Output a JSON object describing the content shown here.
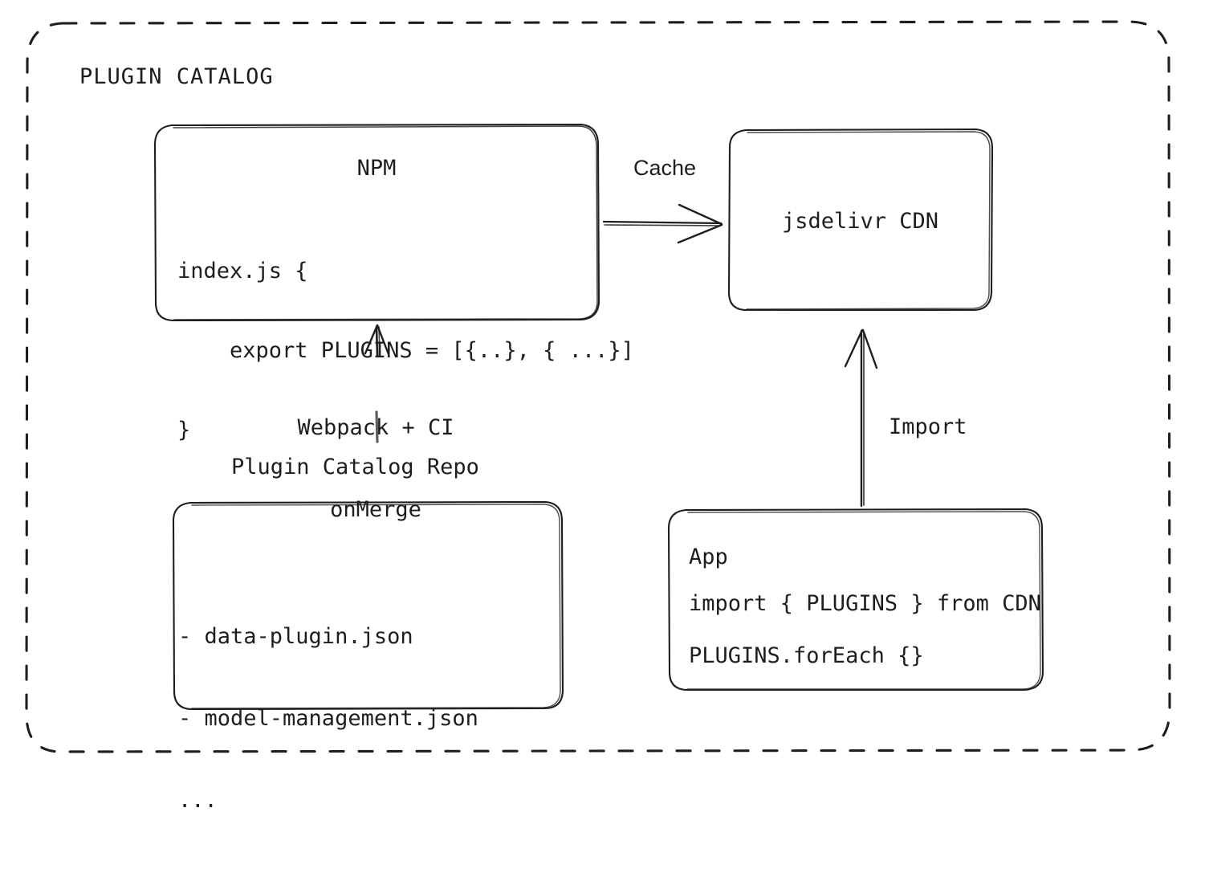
{
  "diagram": {
    "title": "PLUGIN CATALOG",
    "stroke_color": "#1e1e1e",
    "background_color": "#ffffff"
  },
  "nodes": {
    "npm": {
      "title": "NPM",
      "code_line_1": "index.js {",
      "code_line_2": "    export PLUGINS = [{..}, { ...}]",
      "code_line_3": "}"
    },
    "cdn": {
      "title": "jsdelivr CDN"
    },
    "repo": {
      "caption": "Plugin Catalog Repo",
      "item_1": "- data-plugin.json",
      "item_2": "- model-management.json",
      "item_3": "..."
    },
    "app": {
      "title": "App",
      "code_line_1": "import { PLUGINS } from CDN",
      "code_line_2": "PLUGINS.forEach {}"
    }
  },
  "edges": {
    "cache": {
      "label": "Cache"
    },
    "webpack": {
      "label_line_1": "Webpack + CI",
      "label_line_2": "onMerge"
    },
    "import": {
      "label": "Import"
    }
  }
}
